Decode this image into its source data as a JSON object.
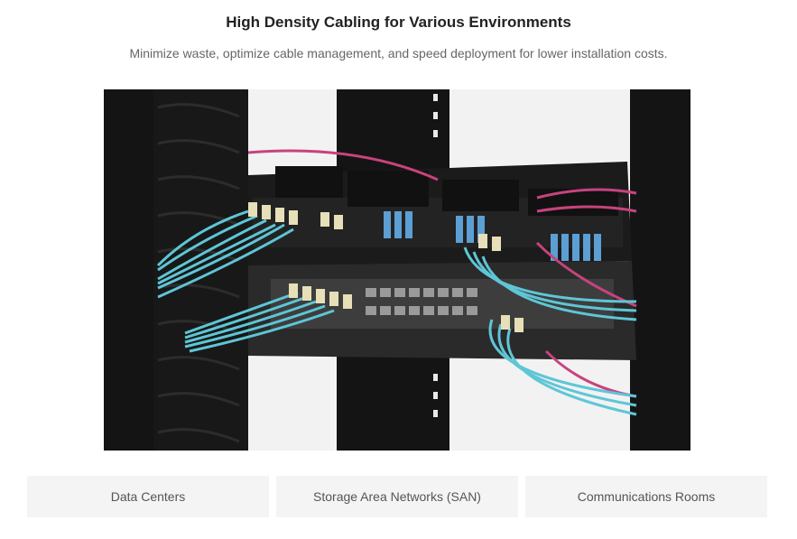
{
  "header": {
    "title": "High Density Cabling for Various Environments",
    "subtitle": "Minimize waste, optimize cable management, and speed deployment for lower installation costs."
  },
  "tabs": [
    {
      "label": "Data Centers"
    },
    {
      "label": "Storage Area Networks (SAN)"
    },
    {
      "label": "Communications Rooms"
    }
  ],
  "colors": {
    "rack": "#151515",
    "aqua_cable": "#5ec6d6",
    "magenta_cable": "#c8437e",
    "tab_bg": "#f4f4f4"
  }
}
